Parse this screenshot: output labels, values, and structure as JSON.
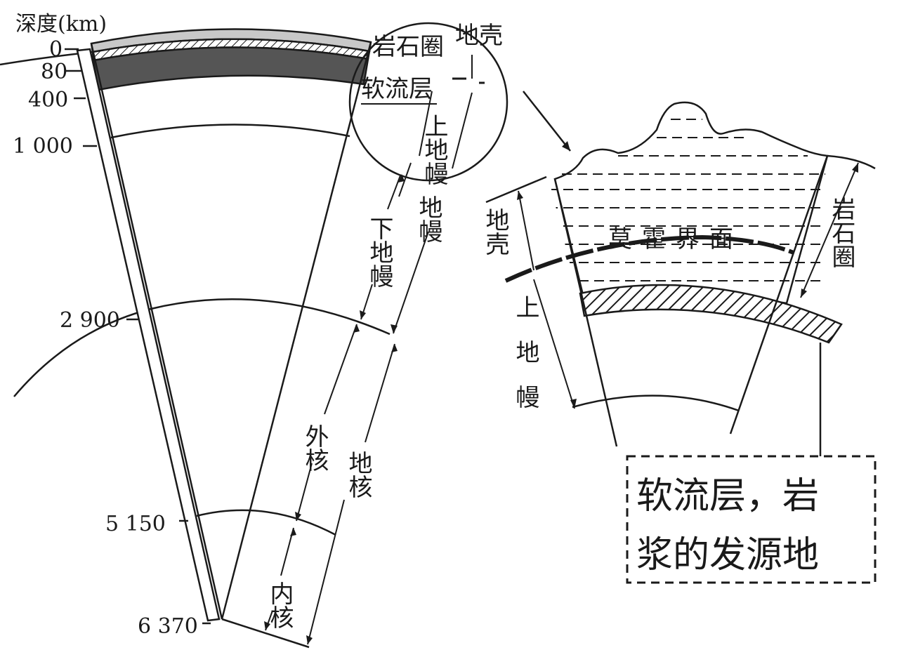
{
  "depth_axis": {
    "title": "深度(km)",
    "ticks": [
      "0",
      "80",
      "400",
      "1 000",
      "2 900",
      "5 150",
      "6 370"
    ]
  },
  "left_labels": {
    "lithosphere": "岩石圈",
    "asthenosphere": "软流层",
    "crust": "地壳",
    "upper_mantle": "上地幔",
    "mantle": "地幔",
    "lower_mantle": "下地幔",
    "outer_core": "外核",
    "core": "地核",
    "inner_core": "内核"
  },
  "zoom_labels": {
    "moho": "莫霍界面",
    "crust": "地壳",
    "upper_mantle": "上地幔",
    "lithosphere": "岩石圈"
  },
  "callout": {
    "line1": "软流层，岩",
    "line2": "浆的发源地"
  }
}
